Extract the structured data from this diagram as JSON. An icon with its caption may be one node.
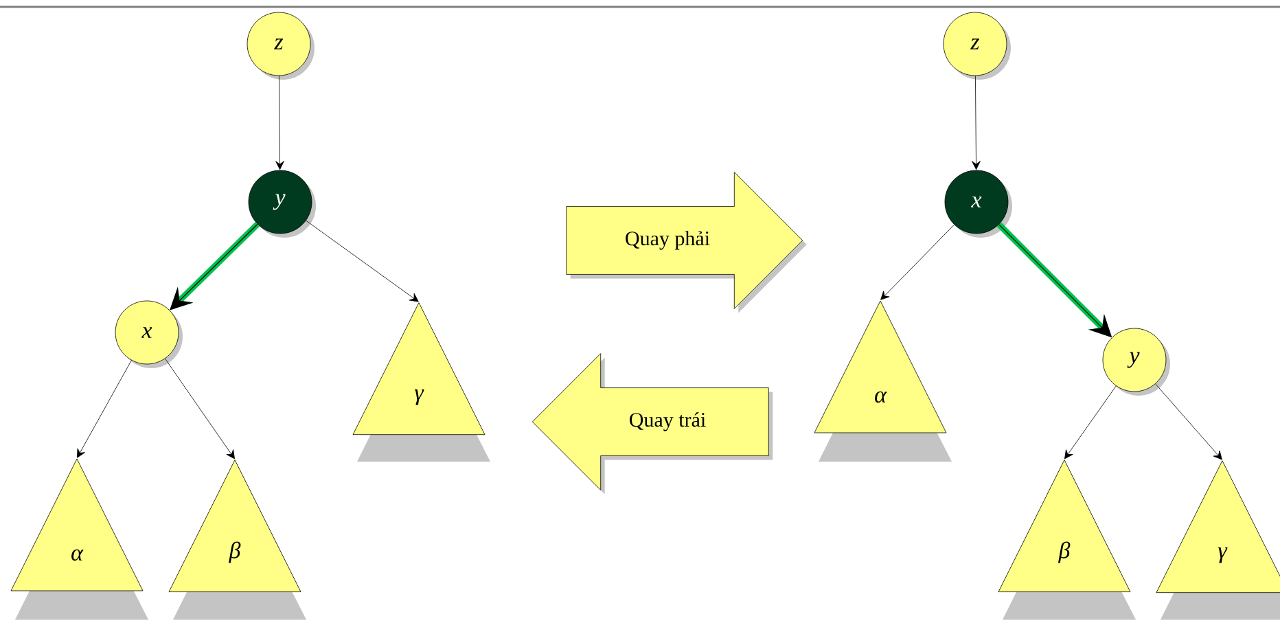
{
  "diagram": {
    "nodes": [
      {
        "text": [
          "z"
        ]
      },
      {
        "text": [
          "y"
        ]
      },
      {
        "text": [
          "x"
        ]
      },
      {
        "text": [
          "γ"
        ]
      },
      {
        "text": [
          "α"
        ]
      },
      {
        "text": [
          "β"
        ]
      },
      {
        "text": [
          "Quay phải"
        ]
      },
      {
        "text": [
          "Quay trái"
        ]
      },
      {
        "text": [
          "z"
        ]
      },
      {
        "text": [
          "x"
        ]
      },
      {
        "text": [
          "α"
        ]
      },
      {
        "text": [
          "y"
        ]
      },
      {
        "text": [
          "β"
        ]
      },
      {
        "text": [
          "γ"
        ]
      }
    ],
    "edges": [
      {
        "from": 0,
        "to": 1,
        "arrow": "to"
      },
      {
        "from": 1,
        "to": 2,
        "arrow": "to",
        "style": "thick",
        "color": "#00c050"
      },
      {
        "from": 1,
        "to": 3,
        "arrow": "to"
      },
      {
        "from": 2,
        "to": 4,
        "arrow": "to"
      },
      {
        "from": 2,
        "to": 5,
        "arrow": "to"
      },
      {
        "from": 8,
        "to": 9,
        "arrow": "to"
      },
      {
        "from": 9,
        "to": 10,
        "arrow": "to"
      },
      {
        "from": 9,
        "to": 11,
        "arrow": "to",
        "style": "thick",
        "color": "#00c050"
      },
      {
        "from": 11,
        "to": 12,
        "arrow": "to"
      },
      {
        "from": 11,
        "to": 13,
        "arrow": "to"
      }
    ]
  }
}
